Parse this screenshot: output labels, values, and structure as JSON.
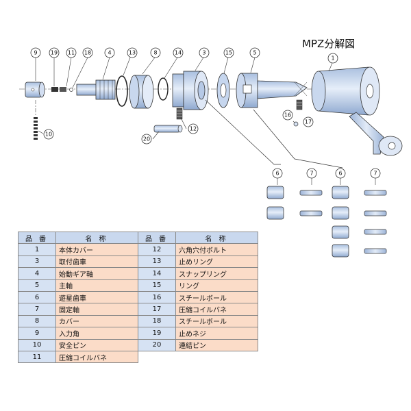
{
  "title": "MPZ分解図",
  "callouts": [
    "9",
    "19",
    "11",
    "18",
    "4",
    "13",
    "8",
    "14",
    "3",
    "15",
    "5",
    "1",
    "10",
    "12",
    "20",
    "16",
    "17",
    "6",
    "7",
    "6",
    "7"
  ],
  "table": {
    "header_no": "品番",
    "header_name": "名称",
    "left": [
      {
        "no": "1",
        "name": "本体カバー"
      },
      {
        "no": "3",
        "name": "取付歯車"
      },
      {
        "no": "4",
        "name": "始動ギア軸"
      },
      {
        "no": "5",
        "name": "主軸"
      },
      {
        "no": "6",
        "name": "遊星歯車"
      },
      {
        "no": "7",
        "name": "固定軸"
      },
      {
        "no": "8",
        "name": "カバー"
      },
      {
        "no": "9",
        "name": "入力角"
      },
      {
        "no": "10",
        "name": "安全ピン"
      },
      {
        "no": "11",
        "name": "圧縮コイルバネ"
      }
    ],
    "right": [
      {
        "no": "12",
        "name": "六角穴付ボルト"
      },
      {
        "no": "13",
        "name": "止めリング"
      },
      {
        "no": "14",
        "name": "スナップリング"
      },
      {
        "no": "15",
        "name": "リング"
      },
      {
        "no": "16",
        "name": "スチールボール"
      },
      {
        "no": "17",
        "name": "圧縮コイルバネ"
      },
      {
        "no": "18",
        "name": "スチールボール"
      },
      {
        "no": "19",
        "name": "止めネジ"
      },
      {
        "no": "20",
        "name": "連結ピン"
      }
    ]
  }
}
